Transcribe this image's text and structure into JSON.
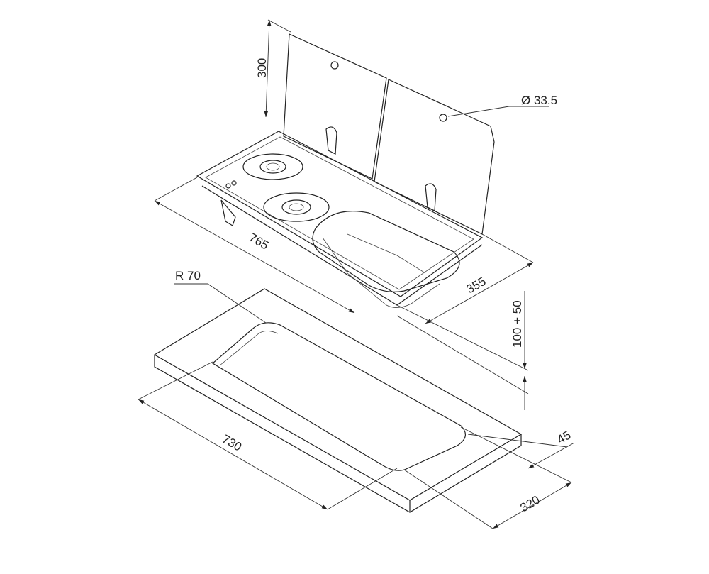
{
  "dimensions": {
    "lid_height": "300",
    "hole_diameter": "Ø 33.5",
    "overall_length": "765",
    "overall_depth": "355",
    "corner_radius": "R 70",
    "installation_depth": "100 + 50",
    "min_edge": "45",
    "cutout_length": "730",
    "cutout_depth": "320"
  }
}
